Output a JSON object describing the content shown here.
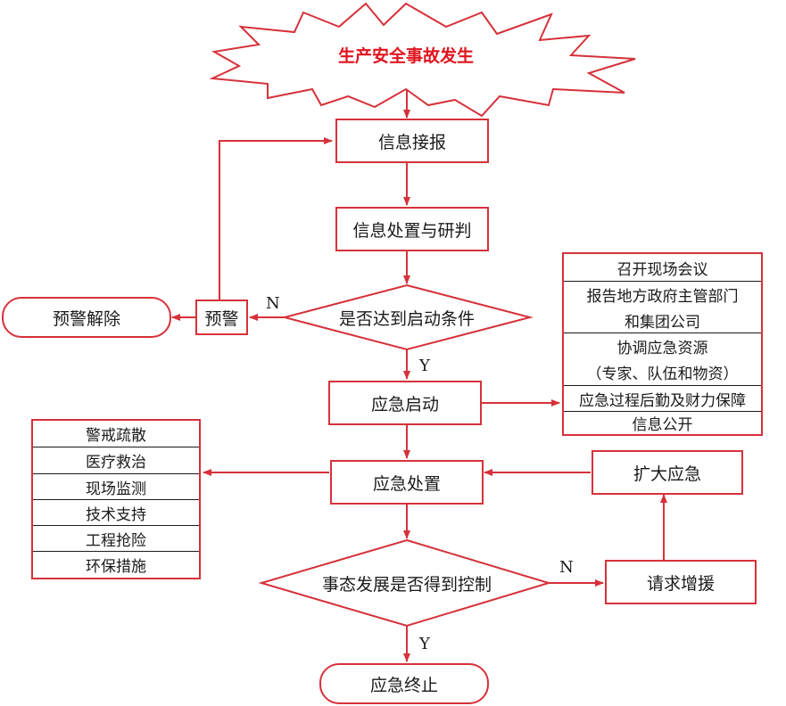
{
  "colors": {
    "stroke": "#d6313a",
    "start_text": "#e0141f",
    "text": "#1a1a1a"
  },
  "nodes": {
    "start": "生产安全事故发生",
    "info_receive": "信息接报",
    "info_process": "信息处置与研判",
    "decision_start": "是否达到启动条件",
    "warning": "预警",
    "warning_release": "预警解除",
    "emergency_start": "应急启动",
    "emergency_handle": "应急处置",
    "expand": "扩大应急",
    "decision_control": "事态发展是否得到控制",
    "request_support": "请求增援",
    "emergency_end": "应急终止"
  },
  "labels": {
    "n1": "N",
    "y1": "Y",
    "n2": "N",
    "y2": "Y"
  },
  "right_list": [
    "召开现场会议",
    "报告地方政府主管部门",
    "和集团公司",
    "协调应急资源",
    "（专家、队伍和物资）",
    "应急过程后勤及财力保障",
    "信息公开"
  ],
  "left_list": [
    "警戒疏散",
    "医疗救治",
    "现场监测",
    "技术支持",
    "工程抢险",
    "环保措施"
  ]
}
